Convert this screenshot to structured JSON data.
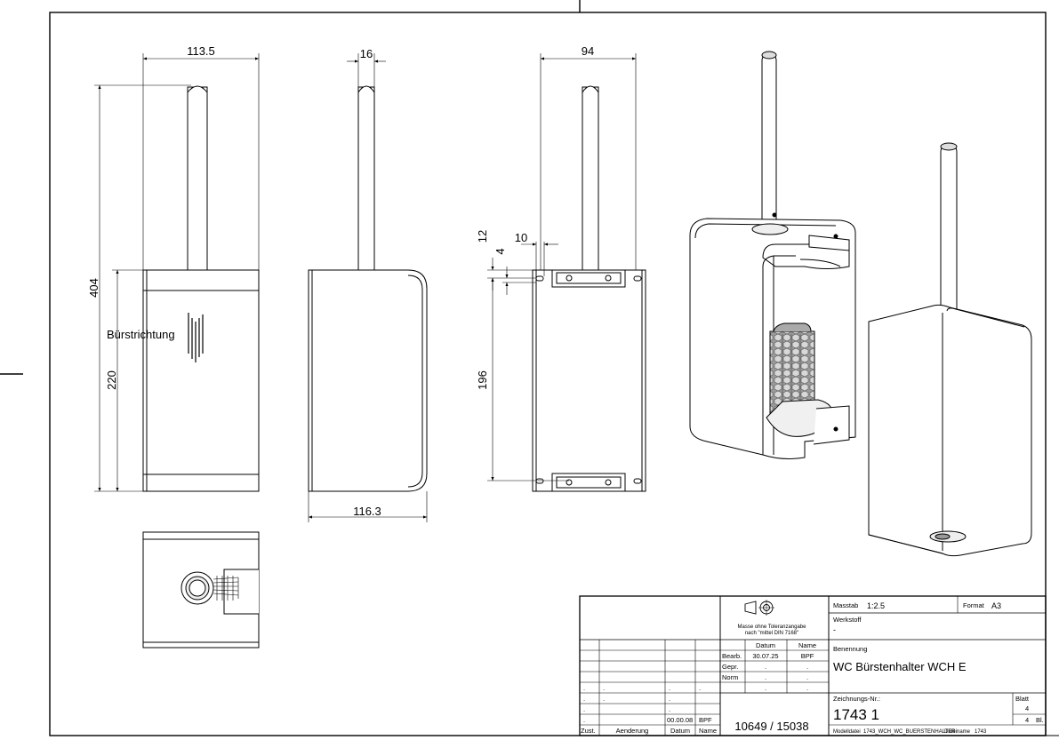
{
  "dimensions": {
    "front_width": "113.5",
    "side_depth": "16",
    "rear_width": "94",
    "total_height": "404",
    "body_height": "220",
    "base_width": "116.3",
    "offset_12": "12",
    "offset_10": "10",
    "offset_4": "4",
    "hole_spacing": "196"
  },
  "notes": {
    "brush_direction": "Bürstrichtung"
  },
  "title_block": {
    "tolerance_note_line1": "Masse ohne Toleranzangabe",
    "tolerance_note_line2": "nach \"mittel DIN 7168\"",
    "col_datum": "Datum",
    "col_name": "Name",
    "row_bearb": "Bearb.",
    "bearb_date": "30.07.25",
    "bearb_name": "BPF",
    "row_gepr": "Gepr.",
    "row_norm": "Norm",
    "dot": ".",
    "rev_date": "00.00.08",
    "rev_name": "BPF",
    "foot_zust": "Zust.",
    "foot_aenderung": "Aenderung",
    "foot_datum": "Datum",
    "foot_name": "Name",
    "order_number": "10649 / 15038",
    "massstab_label": "Masstab",
    "massstab_value": "1:2.5",
    "format_label": "Format",
    "format_value": "A3",
    "werkstoff_label": "Werkstoff",
    "werkstoff_value": "-",
    "benennung_label": "Benennung",
    "benennung_value": "WC Bürstenhalter WCH E",
    "zeichnung_label": "Zeichnungs-Nr.:",
    "zeichnung_value": "1743  1",
    "blatt_label": "Blatt",
    "blatt_value": "4",
    "blatt_total": "4",
    "blatt_unit": "Bl.",
    "modelldatei_label": "Modelldatei",
    "modelldatei_value": "1743_WCH_WC_BUERSTENHALTER",
    "dateiname_label": "Dateiname",
    "dateiname_value": "1743"
  }
}
